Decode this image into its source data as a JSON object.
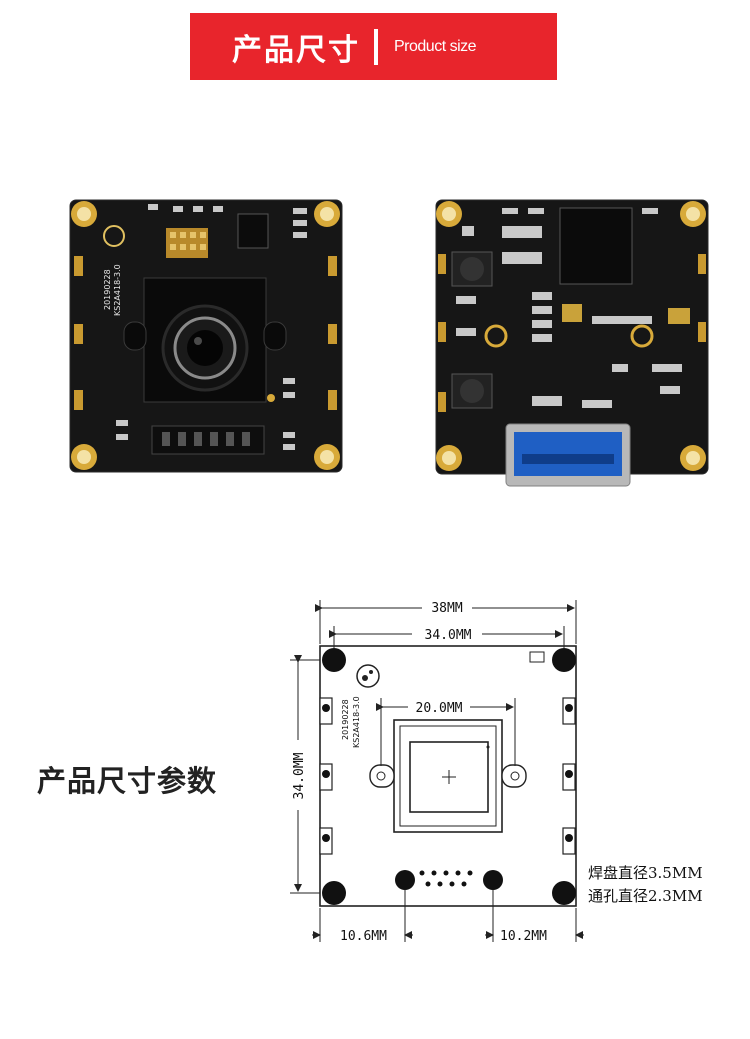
{
  "header": {
    "title_zh": "产品尺寸",
    "title_en": "Product size",
    "accent_color": "#e8252c"
  },
  "board_front": {
    "silk_text_1": "20190228",
    "silk_text_2": "KS2A418-3.0"
  },
  "drawing": {
    "section_title": "产品尺寸参数",
    "dim_overall_width": "38MM",
    "dim_hole_pitch": "34.0MM",
    "dim_lens_holder": "20.0MM",
    "dim_height": "34.0MM",
    "dim_left_offset": "10.6MM",
    "dim_right_offset": "10.2MM",
    "silk_text_1": "20190228",
    "silk_text_2": "KS2A418-3.0",
    "pad_note": "焊盘直径3.5MM",
    "hole_note": "通孔直径2.3MM"
  }
}
